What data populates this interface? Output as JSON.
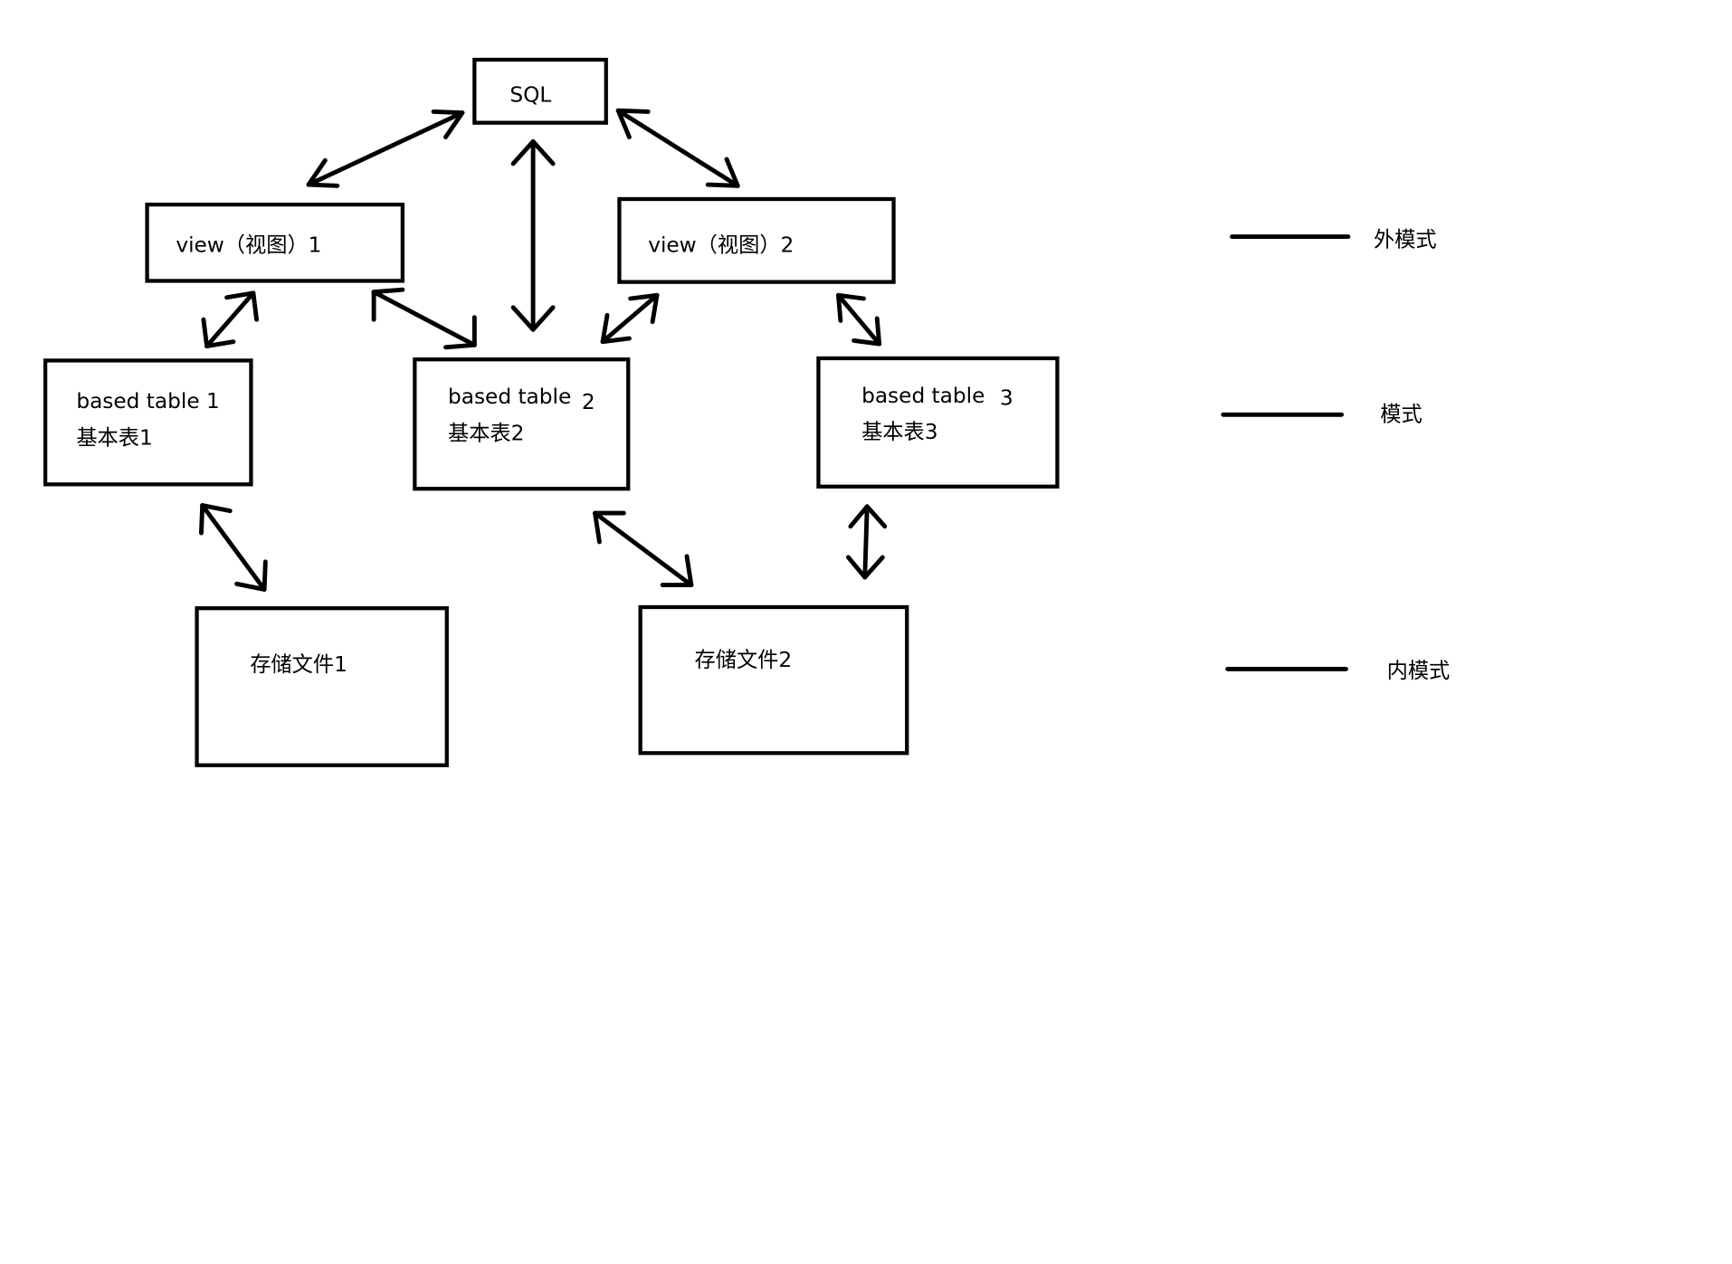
{
  "nodes": {
    "sql": {
      "label": "SQL"
    },
    "view1": {
      "label": "view（视图）1"
    },
    "view2": {
      "label": "view（视图）2"
    },
    "table1": {
      "line1": "based table 1",
      "line2": "基本表1"
    },
    "table2": {
      "line1a": "based table",
      "line1b": "2",
      "line2": "基本表2"
    },
    "table3": {
      "line1a": "based table",
      "line1b": "3",
      "line2": "基本表3"
    },
    "file1": {
      "label": "存储文件1"
    },
    "file2": {
      "label": "存储文件2"
    }
  },
  "legend": {
    "items": [
      {
        "label": "外模式"
      },
      {
        "label": "模式"
      },
      {
        "label": "内模式"
      }
    ]
  },
  "edges": [
    {
      "from": "sql",
      "to": "view1"
    },
    {
      "from": "sql",
      "to": "table2"
    },
    {
      "from": "sql",
      "to": "view2"
    },
    {
      "from": "view1",
      "to": "table1"
    },
    {
      "from": "view1",
      "to": "table2"
    },
    {
      "from": "view2",
      "to": "table2"
    },
    {
      "from": "view2",
      "to": "table3"
    },
    {
      "from": "table1",
      "to": "file1"
    },
    {
      "from": "table2",
      "to": "file2"
    },
    {
      "from": "table3",
      "to": "file2"
    }
  ],
  "colors": {
    "stroke": "#000000",
    "background": "#ffffff"
  }
}
